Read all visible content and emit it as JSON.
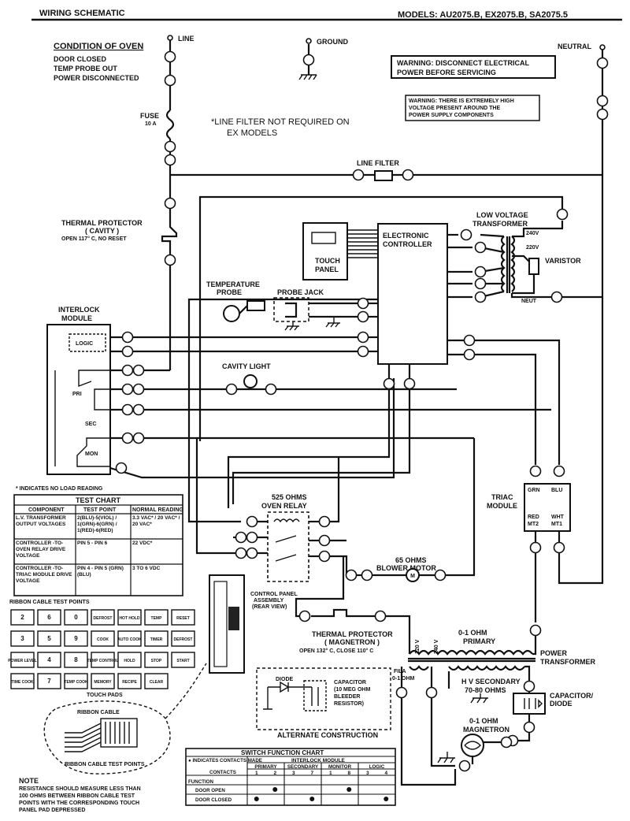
{
  "header": {
    "title": "WIRING SCHEMATIC",
    "models": "MODELS:  AU2075.B, EX2075.B, SA2075.5"
  },
  "condition": {
    "title": "CONDITION OF OVEN",
    "lines": [
      "DOOR CLOSED",
      "TEMP PROBE OUT",
      "POWER DISCONNECTED"
    ]
  },
  "terminals": {
    "line": "LINE",
    "ground": "GROUND",
    "neutral": "NEUTRAL"
  },
  "warnings": {
    "w1": [
      "WARNING: DISCONNECT ELECTRICAL",
      "POWER BEFORE SERVICING"
    ],
    "w2": [
      "WARNING: THERE IS EXTREMELY HIGH",
      "VOLTAGE PRESENT AROUND THE",
      "POWER SUPPLY COMPONENTS"
    ]
  },
  "notes": {
    "line_filter_note": [
      "*LINE FILTER NOT REQUIRED ON",
      "EX MODELS"
    ]
  },
  "labels": {
    "fuse": "FUSE",
    "fuse_rating": "10 A",
    "line_filter": "LINE FILTER",
    "low_voltage_transformer": [
      "LOW VOLTAGE",
      "TRANSFORMER"
    ],
    "v240": "240V",
    "v220": "220V",
    "neut": "NEUT",
    "varistor": "VARISTOR",
    "thermal_protector_cavity": [
      "THERMAL PROTECTOR",
      "( CAVITY )",
      "OPEN 117° C, NO RESET"
    ],
    "electronic_controller": [
      "ELECTRONIC",
      "CONTROLLER"
    ],
    "touch_panel": [
      "TOUCH",
      "PANEL"
    ],
    "temperature_probe": [
      "TEMPERATURE",
      "PROBE"
    ],
    "probe_jack": "PROBE JACK",
    "interlock_module": [
      "INTERLOCK",
      "MODULE"
    ],
    "logic": "LOGIC",
    "pri": "PRI",
    "sec": "SEC",
    "mon": "MON",
    "cavity_light": "CAVITY LIGHT",
    "oven_relay": [
      "525 OHMS",
      "OVEN RELAY"
    ],
    "triac_module": [
      "TRIAC",
      "MODULE"
    ],
    "grn": "GRN",
    "blu": "BLU",
    "red": "RED",
    "mt2": "MT2",
    "wht": "WHT",
    "mt1": "MT1",
    "blower_motor": [
      "65 OHMS",
      "BLOWER MOTOR"
    ],
    "thermal_protector_magnetron": [
      "THERMAL PROTECTOR",
      "( MAGNETRON )",
      "OPEN 132° C, CLOSE 110° C"
    ],
    "power_transformer": [
      "POWER",
      "TRANSFORMER"
    ],
    "primary": [
      "0-1 OHM",
      "PRIMARY"
    ],
    "hv_secondary": [
      "H V SECONDARY",
      "70-80 OHMS"
    ],
    "fila": [
      "FILA",
      "0-1 OHM"
    ],
    "v120": "120 V",
    "v240b": "240 V",
    "capacitor_diode": [
      "CAPACITOR/",
      "DIODE"
    ],
    "magnetron": [
      "0-1 OHM",
      "MAGNETRON"
    ],
    "control_panel_assembly": [
      "CONTROL PANEL",
      "ASSEMBLY",
      "(REAR VIEW)"
    ],
    "alternate_construction": "ALTERNATE CONSTRUCTION",
    "diode": "DIODE",
    "capacitor_note": [
      "CAPACITOR",
      "(10 MEG OHM",
      "BLEEDER",
      "RESISTOR)"
    ],
    "ribbon_cable_test_points": "RIBBON CABLE TEST POINTS",
    "touch pads": "TOUCH PADS",
    "ribbon_cable": "RIBBON CABLE",
    "ribbon_cable_tp": "RIBBON CABLE TEST POINTS",
    "no_load_reading": "* INDICATES NO LOAD READING"
  },
  "test_chart": {
    "title": "TEST CHART",
    "headers": [
      "COMPONENT",
      "TEST POINT",
      "NORMAL READING"
    ],
    "rows": [
      [
        "L.V. TRANSFORMER OUTPUT VOLTAGES",
        "2(BLU)-5(VIOL) / 1(GRN)-6(GRN) / 1(RED)-6(RED)",
        "3.3 VAC* / 20 VAC* / 20 VAC*"
      ],
      [
        "CONTROLLER -TO- OVEN RELAY DRIVE VOLTAGE",
        "PIN 5 - PIN 6",
        "22 VDC*"
      ],
      [
        "CONTROLLER -TO- TRIAC MODULE DRIVE VOLTAGE",
        "PIN 4 - PIN 5 (GRN) (BLU)",
        "3 TO 6 VDC"
      ]
    ]
  },
  "touch_pads": {
    "rows": [
      [
        "2",
        "6",
        "0",
        "DEFROST",
        "HOT HOLD",
        "TEMP",
        "RESET"
      ],
      [
        "3",
        "5",
        "9",
        "COOK",
        "AUTO COOK",
        "TIMER",
        "DEFROST"
      ],
      [
        "POWER LEVEL",
        "4",
        "8",
        "TEMP CONTROL",
        "HOLD",
        "STOP",
        "START"
      ],
      [
        "TIME COOK",
        "7",
        "TEMP COOK",
        "MEMORY",
        "RECIPE",
        "CLEAR",
        ""
      ]
    ]
  },
  "switch_chart": {
    "title": "SWITCH FUNCTION CHART",
    "legend": "● INDICATES CONTACTS MADE",
    "group": "INTERLOCK MODULE",
    "columns": [
      "PRIMARY",
      "SECONDARY",
      "MONITOR",
      "LOGIC"
    ],
    "contacts_label": "CONTACTS",
    "function_label": "FUNCTION",
    "contacts": [
      "1",
      "2",
      "3",
      "7",
      "1",
      "8",
      "3",
      "4"
    ],
    "rows": [
      {
        "label": "DOOR OPEN",
        "marks": [
          0,
          1,
          0,
          0,
          0,
          1,
          0,
          0
        ]
      },
      {
        "label": "DOOR CLOSED",
        "marks": [
          1,
          0,
          0,
          1,
          0,
          0,
          0,
          1
        ]
      }
    ]
  },
  "bottom_note": {
    "title": "NOTE",
    "lines": [
      "RESISTANCE SHOULD MEASURE LESS THAN",
      "100 OHMS BETWEEN RIBBON CABLE TEST",
      "POINTS WITH THE CORRESPONDING TOUCH",
      "PANEL PAD DEPRESSED"
    ]
  }
}
